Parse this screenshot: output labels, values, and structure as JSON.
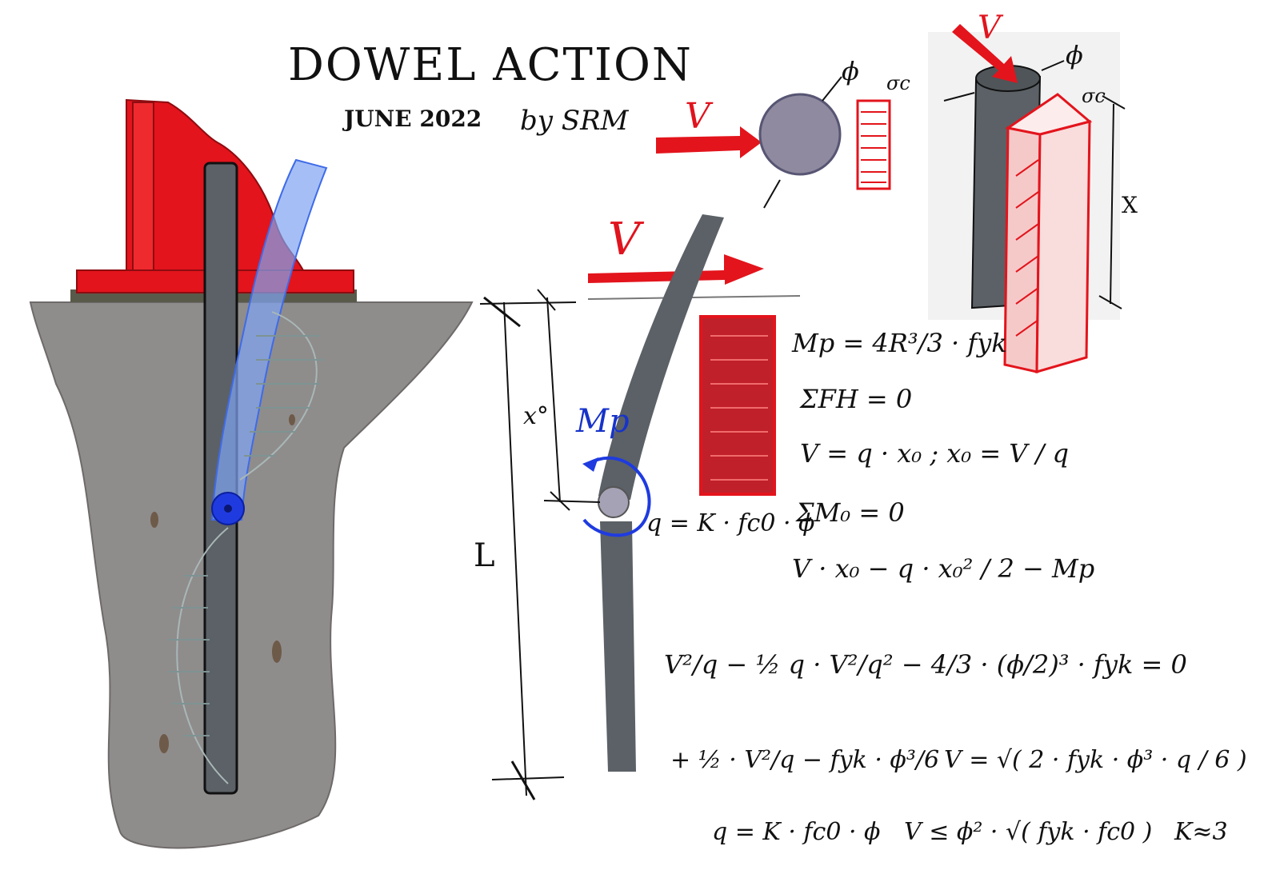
{
  "title": "DOWEL ACTION",
  "subtitle": "JUNE 2022",
  "author": "by SRM",
  "labels": {
    "V": "V",
    "phi": "ϕ",
    "sigma_c": "σc",
    "X": "X",
    "x0": "x°",
    "Mp": "Mp",
    "L": "L"
  },
  "equations": {
    "eq_mp": "Mp = 4R³/3 · fyk",
    "eq_sum_fh": "ΣFH = 0",
    "eq_v_q": "V = q · x₀ ;  x₀ = V / q",
    "eq_q_left": "q = K · fc0 · ϕ",
    "eq_sum_m0": "ΣM₀ = 0",
    "eq_moment": "V · x₀ − q · x₀² / 2 − Mp",
    "eq_expand": "V²/q − ½ q · V²/q² − 4/3 · (ϕ/2)³ · fyk = 0",
    "eq_simplified": "+ ½ · V²/q − fyk · ϕ³/6",
    "eq_v_sqrt": "V = √( 2 · fyk · ϕ³ · q / 6 )",
    "eq_q_bottom": "q = K · fc0 · ϕ",
    "eq_v_final": "V ≤ ϕ² · √( fyk · fc0 )",
    "eq_k": "K≈3"
  },
  "colors": {
    "steel_red": "#e3141c",
    "bar_grey": "#5b6166",
    "concrete_grey": "#8f8c8c",
    "hinge_blue": "#1f3be0",
    "deformed_bar_blue": "#7fa4f2",
    "stress_red": "#c0202a"
  }
}
